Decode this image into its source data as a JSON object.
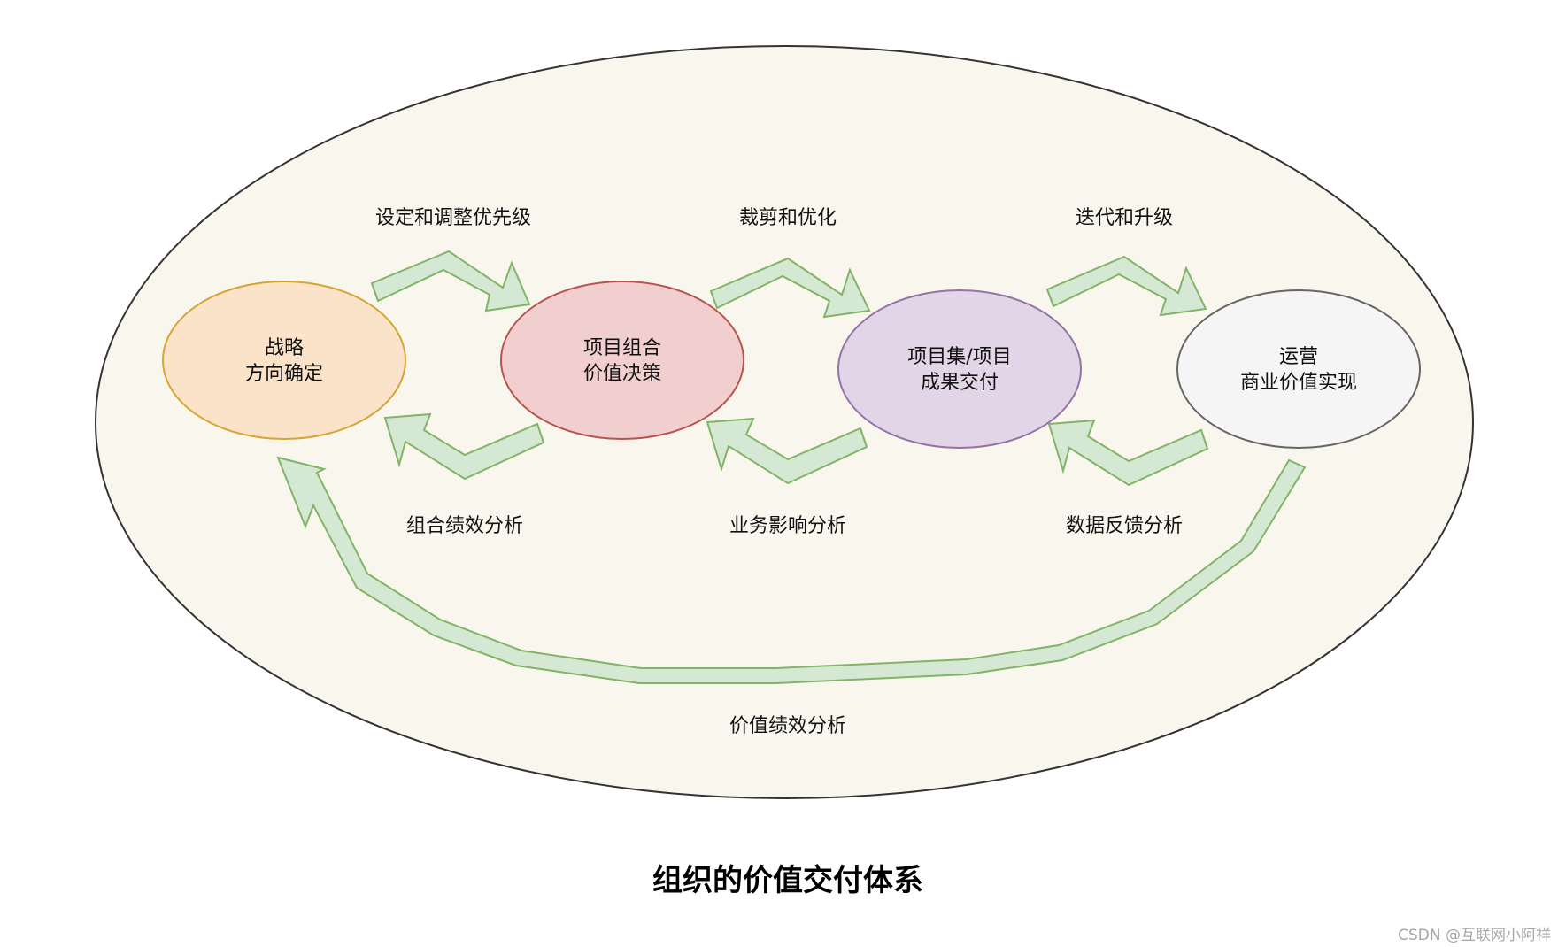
{
  "nodes": [
    {
      "id": "strategy",
      "lines": [
        "战略",
        "方向确定"
      ],
      "fill": "#fae3c9",
      "stroke": "#d6a533"
    },
    {
      "id": "portfolio",
      "lines": [
        "项目组合",
        "价值决策"
      ],
      "fill": "#f2cfcf",
      "stroke": "#b85450"
    },
    {
      "id": "delivery",
      "lines": [
        "项目集/项目",
        "成果交付"
      ],
      "fill": "#e1d5e7",
      "stroke": "#9673a6"
    },
    {
      "id": "operations",
      "lines": [
        "运营",
        "商业价值实现"
      ],
      "fill": "#f5f5f5",
      "stroke": "#666666"
    }
  ],
  "edge_labels": {
    "forward_1": "设定和调整优先级",
    "forward_2": "裁剪和优化",
    "forward_3": "迭代和升级",
    "feedback_1": "组合绩效分析",
    "feedback_2": "业务影响分析",
    "feedback_3": "数据反馈分析",
    "overall_feedback": "价值绩效分析"
  },
  "title": "组织的价值交付体系",
  "watermark": "CSDN @互联网小阿祥",
  "colors": {
    "outer_fill": "#f9f7ed",
    "outer_stroke": "#333333",
    "arrow_fill": "#d5e8d4",
    "arrow_stroke": "#82b366"
  }
}
